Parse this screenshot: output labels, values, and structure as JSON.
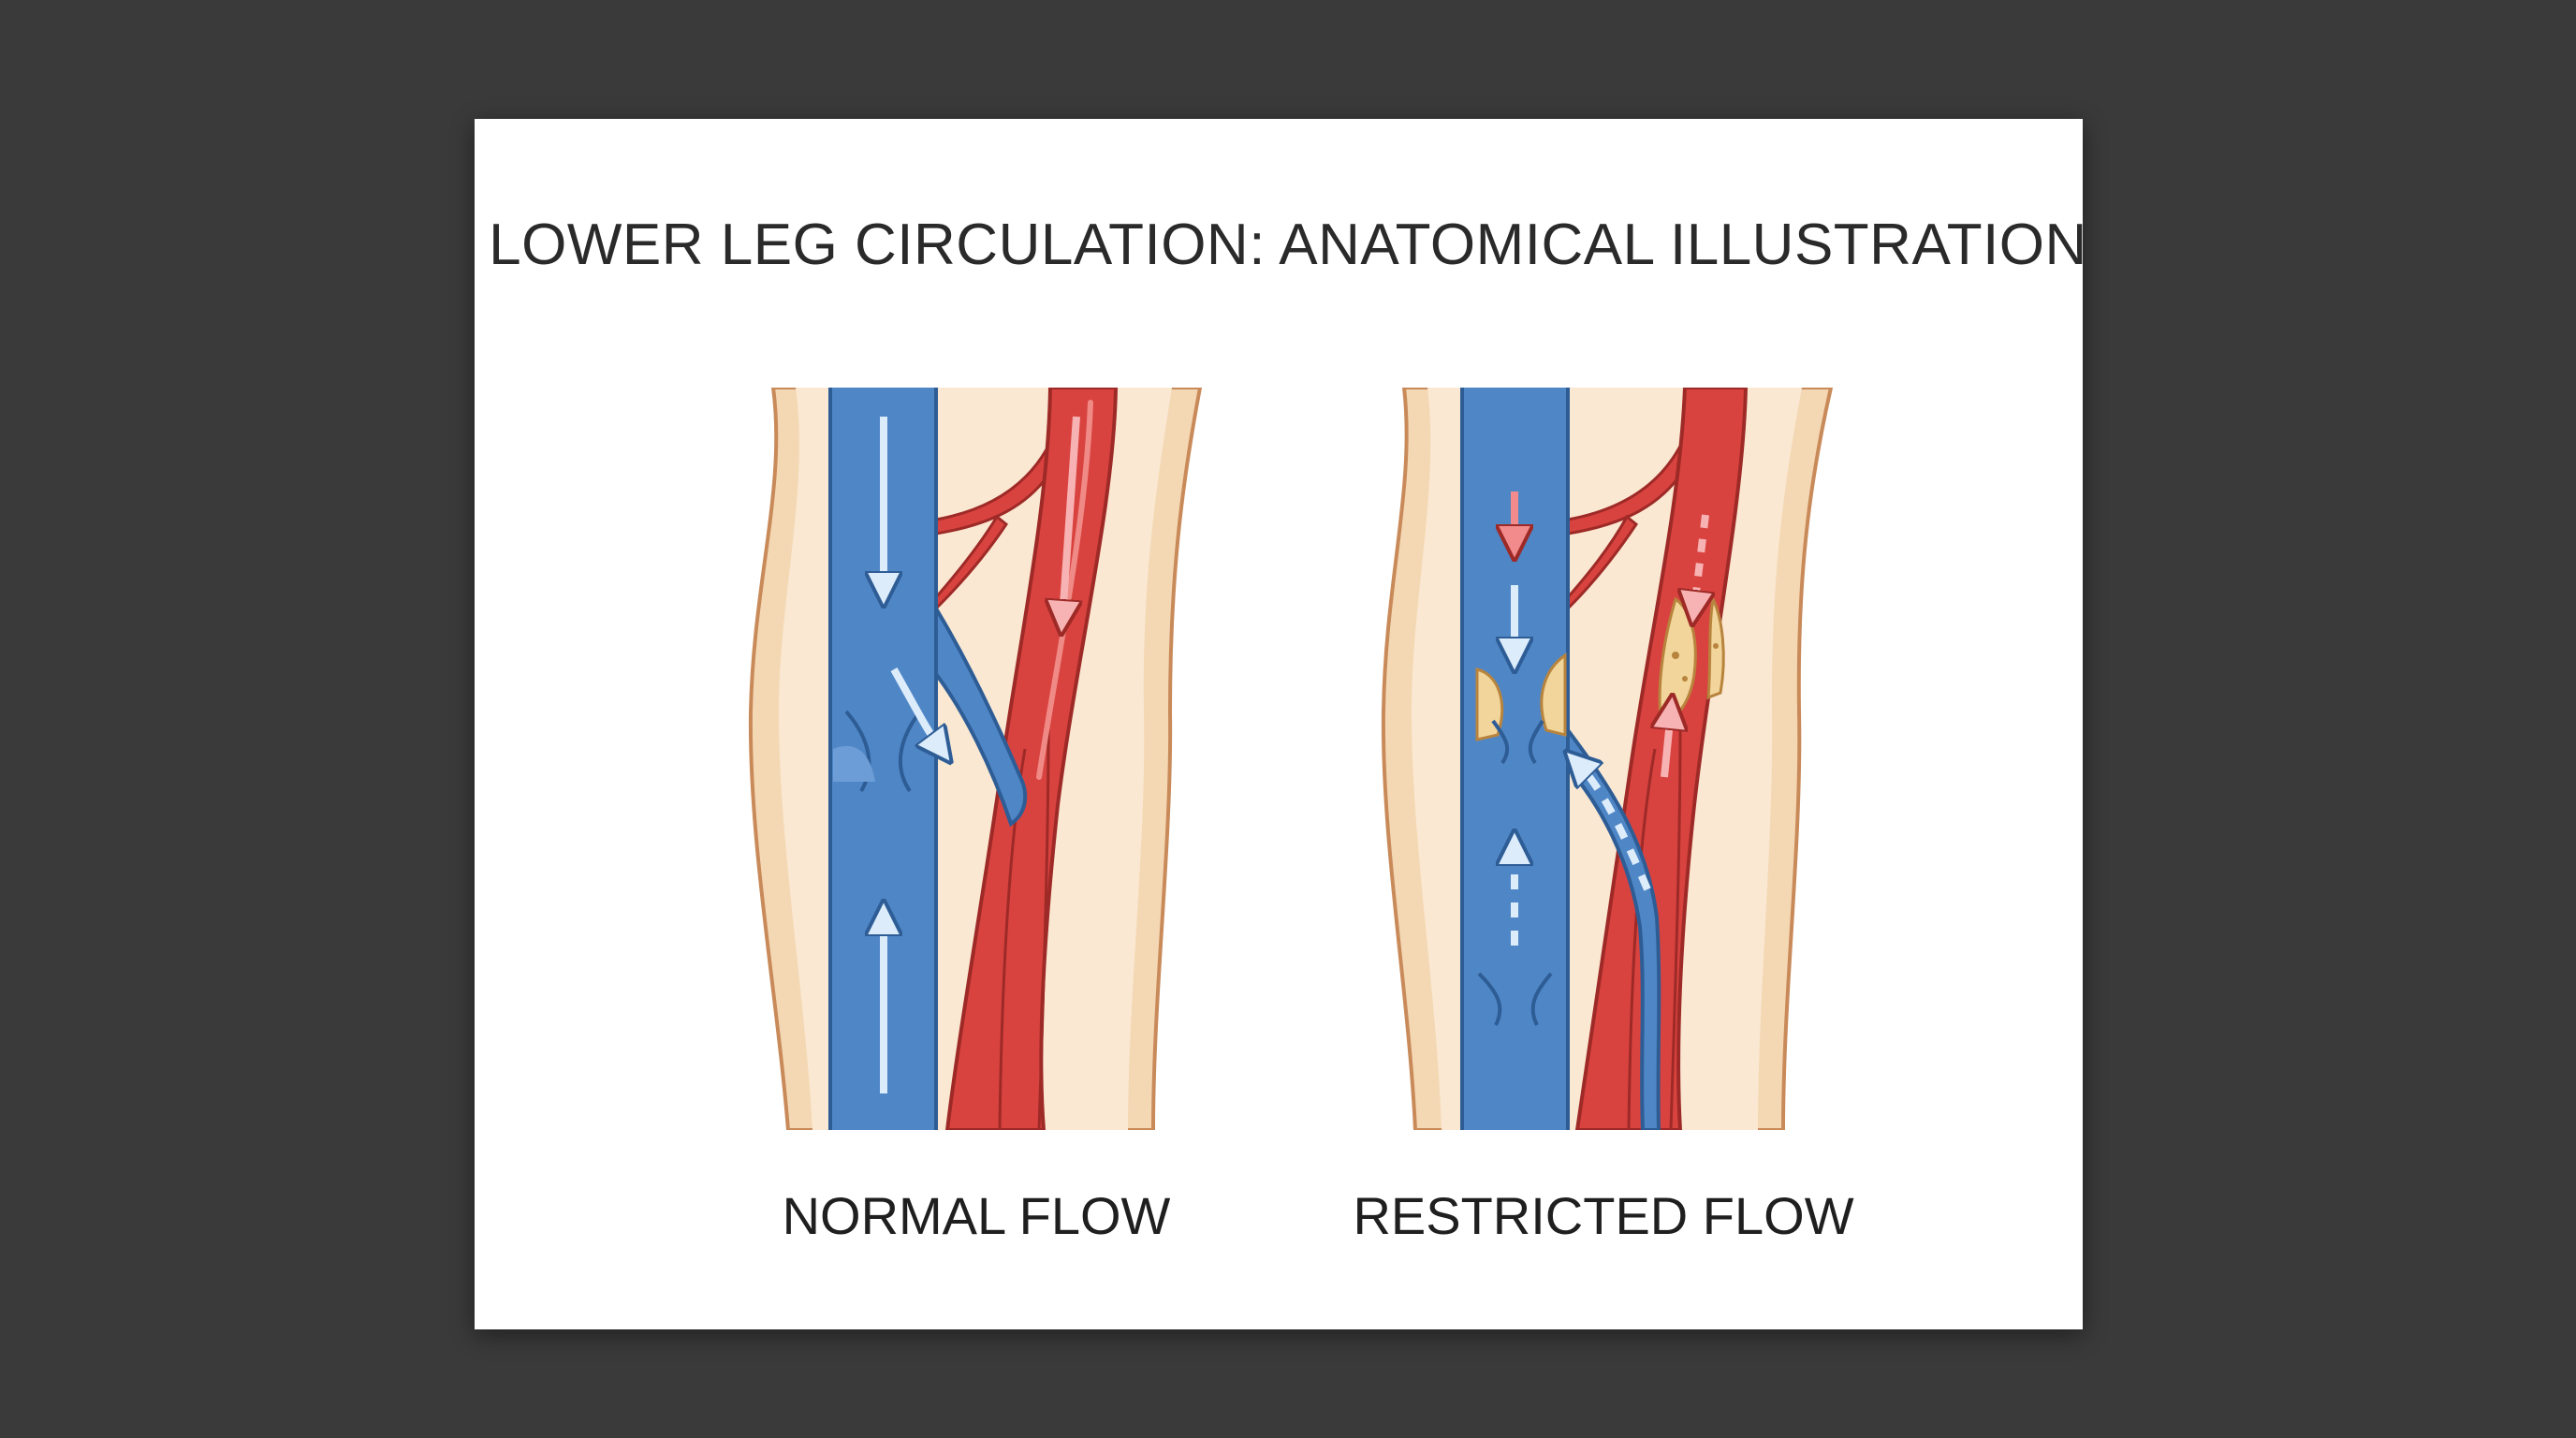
{
  "diagram": {
    "title": "LOWER LEG CIRCULATION: ANATOMICAL ILLUSTRATION",
    "panels": [
      {
        "id": "normal",
        "label": "NORMAL FLOW"
      },
      {
        "id": "restricted",
        "label": "RESTRICTED FLOW"
      }
    ],
    "colors": {
      "background": "#3a3a3a",
      "card": "#ffffff",
      "skin": "#f4d8b4",
      "skin_inner": "#fae8d2",
      "skin_outline": "#c98a5a",
      "vein": "#4f86c6",
      "vein_outline": "#2e5d96",
      "artery": "#d9433f",
      "artery_outline": "#9e2a27",
      "arrow_vein": "#dcecfb",
      "arrow_artery": "#f7b3b3",
      "plaque": "#f1d59a"
    }
  }
}
